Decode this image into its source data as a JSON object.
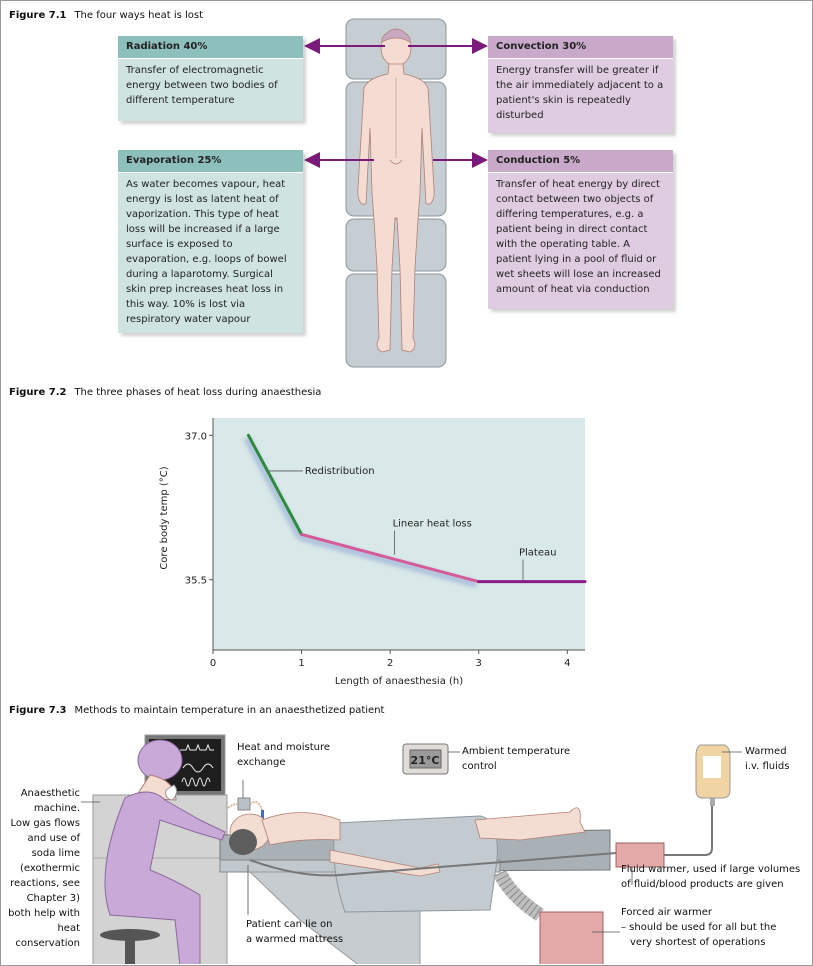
{
  "figure_1": {
    "number": "Figure 7.1",
    "title": "The four ways heat is lost",
    "boxes": {
      "radiation": {
        "heading": "Radiation 40%",
        "text": "Transfer of electromagnetic energy between two bodies of different temperature"
      },
      "convection": {
        "heading": "Convection 30%",
        "text": "Energy transfer will be greater if the air immediately adjacent to a patient's skin is repeatedly disturbed"
      },
      "evaporation": {
        "heading": "Evaporation 25%",
        "text": "As water becomes vapour, heat energy is lost as latent heat of vaporization. This type of heat loss will be increased if a large surface is exposed to evaporation, e.g. loops of bowel during a laparotomy. Surgical skin prep increases heat loss in this way. 10% is lost via respiratory water vapour"
      },
      "conduction": {
        "heading": "Conduction 5%",
        "text": "Transfer of heat energy by direct contact between two objects of differing temperatures, e.g. a patient being in direct contact with the operating table. A patient lying in a pool of fluid or wet sheets will lose an increased amount of heat via conduction"
      }
    },
    "colors": {
      "teal_header": "#8dc0bd",
      "teal_body": "#cfe3e1",
      "mauve_header": "#c9a9c9",
      "mauve_body": "#e0cce0",
      "arrow": "#7a1a7a"
    }
  },
  "figure_2": {
    "number": "Figure 7.2",
    "title": "The three phases of heat loss during anaesthesia"
  },
  "chart_data": {
    "type": "line",
    "title": "The three phases of heat loss during anaesthesia",
    "xlabel": "Length of anaesthesia (h)",
    "ylabel": "Core body temp (°C)",
    "xlim": [
      0,
      4.2
    ],
    "ylim": [
      34.77,
      37.18
    ],
    "x_ticks": [
      0,
      1,
      2,
      3,
      4
    ],
    "x_tick_labels": [
      "0",
      "1",
      "2",
      "3",
      "4"
    ],
    "y_ticks": [
      37.0,
      35.5
    ],
    "y_tick_labels": [
      "37.0",
      "35.5"
    ],
    "grid": false,
    "background": "#d9e8e8",
    "series": [
      {
        "name": "Redistribution",
        "color": "#2e8b3e",
        "x": [
          0.4,
          1.0
        ],
        "y": [
          37.0,
          35.97
        ]
      },
      {
        "name": "Linear heat loss",
        "color": "#d45a9a",
        "x": [
          1.0,
          3.0
        ],
        "y": [
          35.97,
          35.48
        ]
      },
      {
        "name": "Plateau",
        "color": "#8a1a86",
        "x": [
          3.0,
          4.2
        ],
        "y": [
          35.48,
          35.48
        ]
      }
    ],
    "annotations": [
      {
        "text": "Redistribution",
        "x": 0.62,
        "y": 36.63
      },
      {
        "text": "Linear heat loss",
        "x": 2.05,
        "y": 35.76
      },
      {
        "text": "Plateau",
        "x": 3.5,
        "y": 35.48
      }
    ]
  },
  "figure_3": {
    "number": "Figure 7.3",
    "title": "Methods to maintain temperature in an anaesthetized patient",
    "thermostat_display": "21°C",
    "labels": {
      "machine": [
        "Anaesthetic",
        "machine.",
        "Low gas flows",
        "and use of",
        "soda lime",
        "(exothermic",
        "reactions, see",
        "Chapter 3)",
        "both help with",
        "heat",
        "conservation"
      ],
      "hme": [
        "Heat and moisture",
        "exchange"
      ],
      "ambient": [
        "Ambient temperature",
        "control"
      ],
      "iv": [
        "Warmed",
        "i.v. fluids"
      ],
      "mattress": [
        "Patient can lie on",
        "a warmed mattress"
      ],
      "fluid_warmer": [
        "Fluid warmer, used if large volumes",
        "of fluid/blood products are given"
      ],
      "air_warmer": [
        "Forced air warmer",
        "– should be used for all but the",
        "very shortest of operations"
      ]
    }
  }
}
